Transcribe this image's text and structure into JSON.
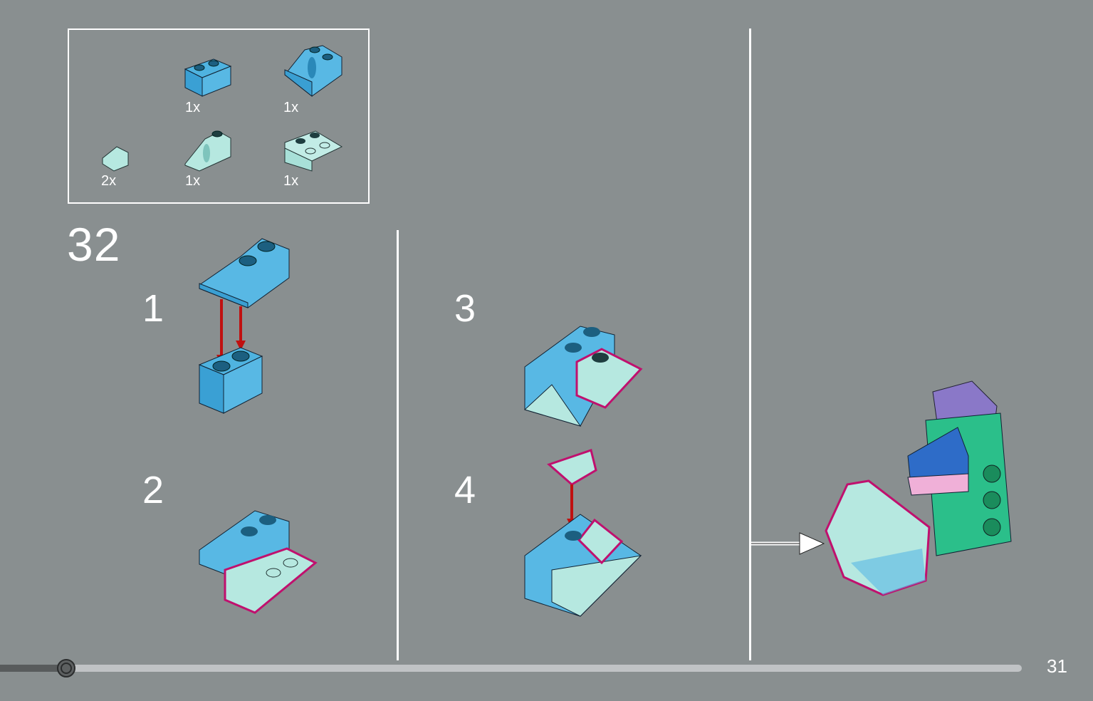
{
  "parts_list": {
    "items": [
      {
        "name": "trans-light-blue-brick-1x2",
        "qty": "1x"
      },
      {
        "name": "trans-light-blue-slope-2x2",
        "qty": "1x"
      },
      {
        "name": "trans-aqua-slope-1x1",
        "qty": "2x"
      },
      {
        "name": "trans-aqua-slope-1x2",
        "qty": "1x"
      },
      {
        "name": "trans-aqua-inverted-slope-2x2",
        "qty": "1x"
      }
    ]
  },
  "step": {
    "number": "32"
  },
  "substeps": [
    "1",
    "2",
    "3",
    "4"
  ],
  "colors": {
    "blue": "#3aa8dc",
    "aqua": "#a8e4dc",
    "highlight": "#c0106e",
    "arrow": "#cc1111",
    "background": "#898f90"
  },
  "navigation": {
    "page_number": "31",
    "progress_fraction": 0.065
  }
}
